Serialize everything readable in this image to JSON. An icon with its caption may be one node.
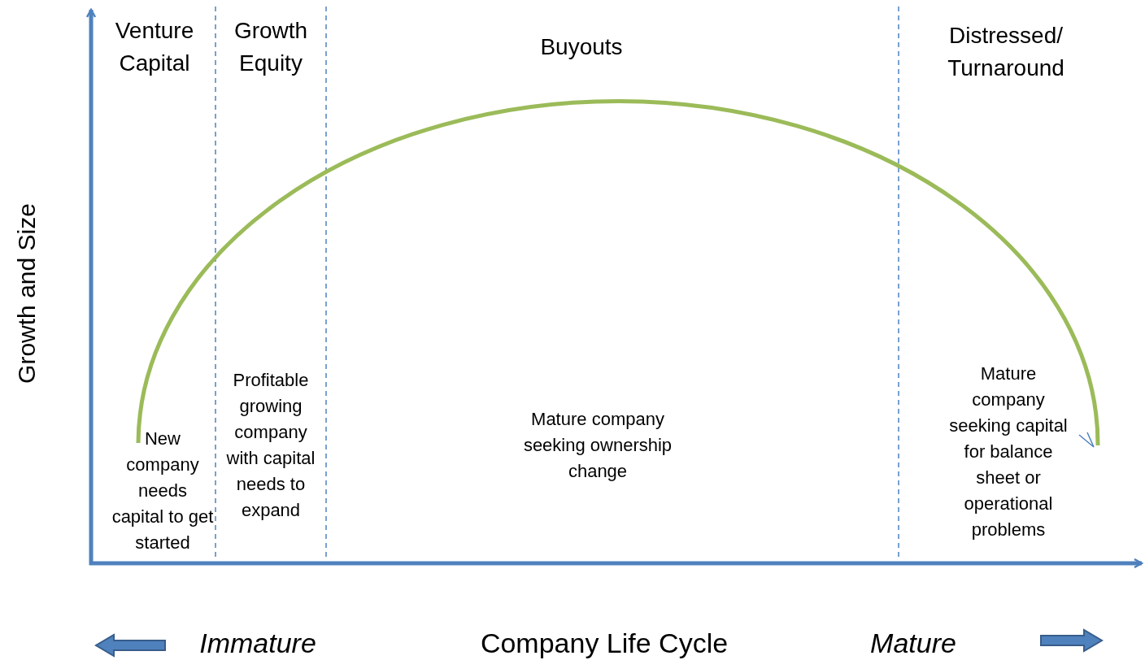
{
  "diagram": {
    "labels": [
      "Venture Capital",
      "Growth Equity",
      "Buyouts",
      "Distressed/ Turnaround",
      "Growth and Size",
      "New company needs capital to get started",
      "Profitable growing company with capital needs to expand",
      "Mature company seeking ownership change",
      "Mature company seeking capital for balance sheet or operational problems",
      "Immature",
      "Company Life Cycle",
      "Mature"
    ]
  }
}
